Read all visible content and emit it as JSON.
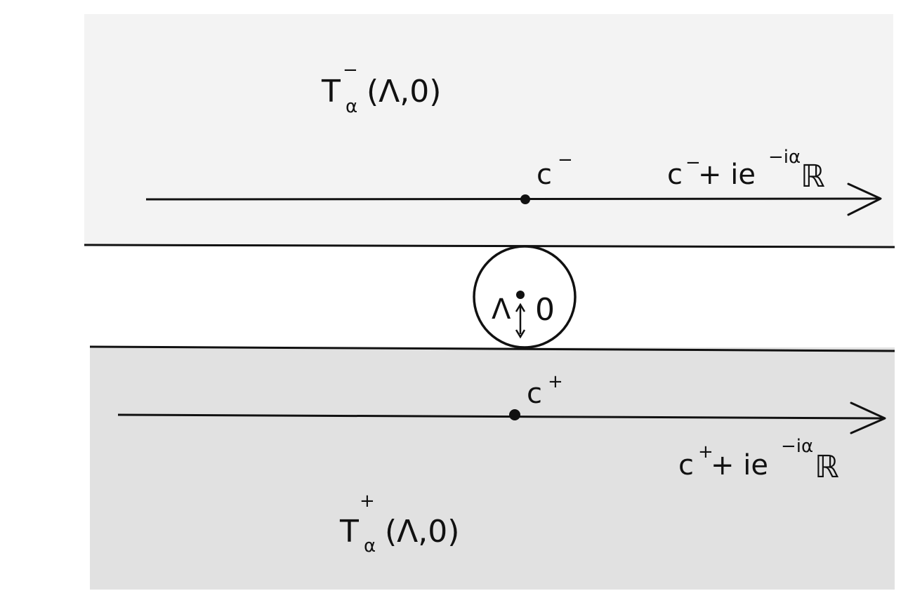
{
  "colors": {
    "upper_region": "#f3f3f3",
    "lower_region": "#e1e1e1",
    "ink": "#111111",
    "background": "#ffffff"
  },
  "upper_region": {
    "label_base": "T",
    "label_sub": "α",
    "label_sup": "−",
    "label_args": "(Λ,0)"
  },
  "lower_region": {
    "label_base": "T",
    "label_sub": "α",
    "label_sup": "+",
    "label_args": "(Λ,0)"
  },
  "upper_axis": {
    "point_label": "c",
    "point_sup": "−",
    "line_label_base": "c",
    "line_label_sup": "−",
    "line_label_mid": "+ ie",
    "line_label_exp": "−iα",
    "line_label_end": "ℝ"
  },
  "lower_axis": {
    "point_label": "c",
    "point_sup": "+",
    "line_label_base": "c",
    "line_label_sup": "+",
    "line_label_mid": "+ ie",
    "line_label_exp": "−iα",
    "line_label_end": "ℝ"
  },
  "disk": {
    "radius_label": "Λ",
    "center_label": "0"
  }
}
